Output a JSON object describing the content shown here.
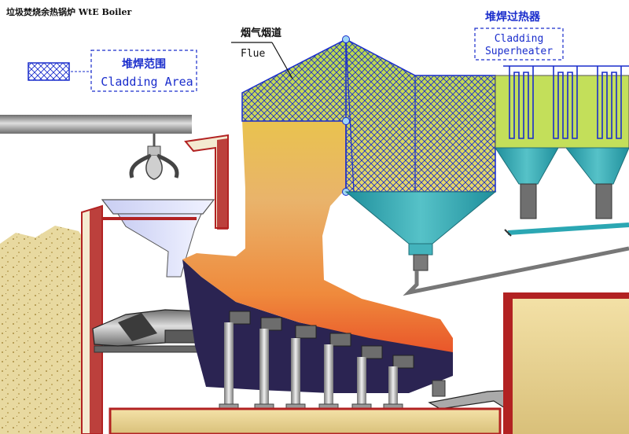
{
  "header": {
    "title": "垃圾焚烧余热锅炉 WtE Boiler"
  },
  "legend": {
    "title_cn": "堆焊范围",
    "title_en": "Cladding Area"
  },
  "labels": {
    "flue_cn": "烟气烟道",
    "flue_en": "Flue",
    "superheater_cn": "堆焊过热器",
    "superheater_en_1": "Cladding",
    "superheater_en_2": "Superheater"
  },
  "colors": {
    "cladding_blue": "#1a2dcc",
    "cladding_green": "#8cc63f",
    "flue_orange": "#e8742a",
    "furnace_dark": "#2b2452",
    "brick_red": "#b22222",
    "hopper_teal": "#2ba7b3",
    "waste_fill": "#d9c98a"
  }
}
